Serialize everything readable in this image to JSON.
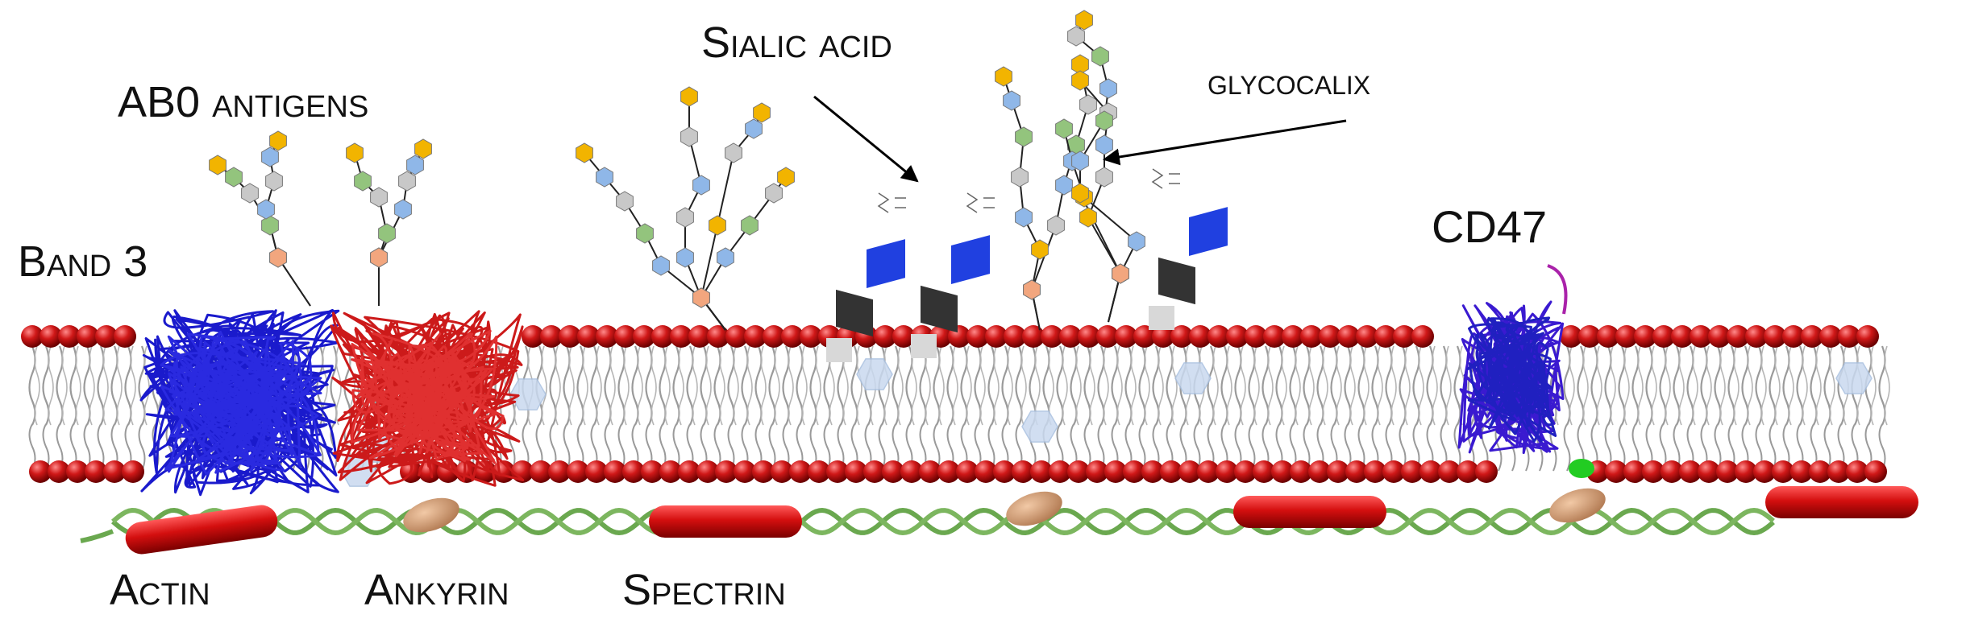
{
  "labels": {
    "band3": "Band 3",
    "ab0": "AB0 antigens",
    "sialic": "Sialic acid",
    "glycocalix": "glycocalix",
    "cd47": "CD47",
    "actin": "Actin",
    "ankyrin": "Ankyrin",
    "spectrin": "Spectrin"
  },
  "colors": {
    "lipid_head": "#cc1111",
    "lipid_tail": "#9a9a9a",
    "band3_blue": "#1a1acc",
    "band3_red": "#cc1a1a",
    "cd47": "#3a1ad0",
    "spectrin": "#6aa84f",
    "actin": "#cc1010",
    "ankyrin": "#d4a07a",
    "sugar_yellow": "#f2b400",
    "sugar_gray": "#c8c8c8",
    "sugar_blue": "#8fb7e8",
    "sugar_green": "#93c47d",
    "sugar_salmon": "#f2a67e"
  },
  "icons": [
    "lipid-bilayer",
    "band3-protein",
    "cd47-protein",
    "spectrin-helix",
    "actin-filament",
    "ankyrin-blob",
    "sugar-chain",
    "sialic-acid-cube",
    "annotation-arrow"
  ]
}
